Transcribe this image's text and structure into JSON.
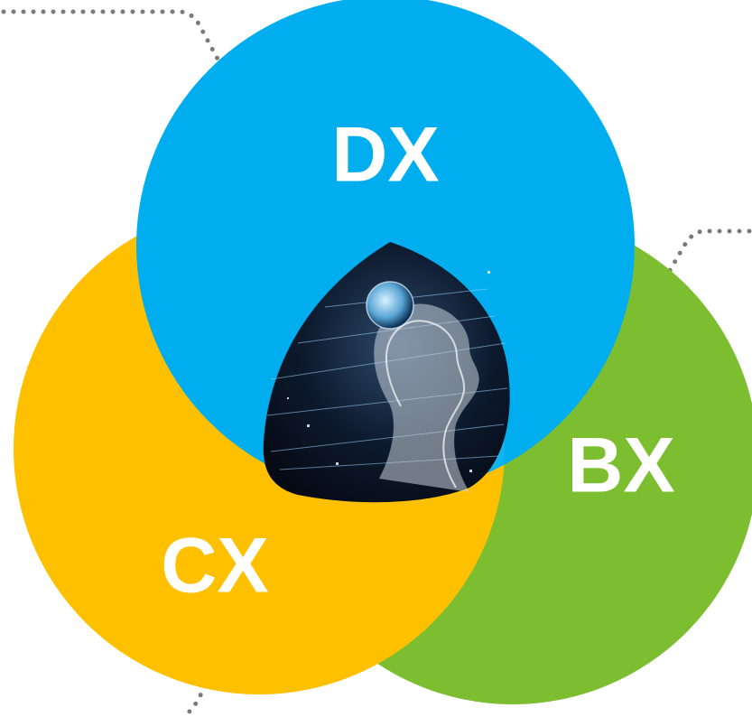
{
  "diagram": {
    "circles": [
      {
        "id": "dx",
        "label": "DX",
        "color": "#00AEEF"
      },
      {
        "id": "bx",
        "label": "BX",
        "color": "#7DBE31"
      },
      {
        "id": "cx",
        "label": "CX",
        "color": "#FFC000"
      }
    ],
    "center_image": "ai-head-globe-image",
    "connector_color": "#6F6F6F"
  }
}
